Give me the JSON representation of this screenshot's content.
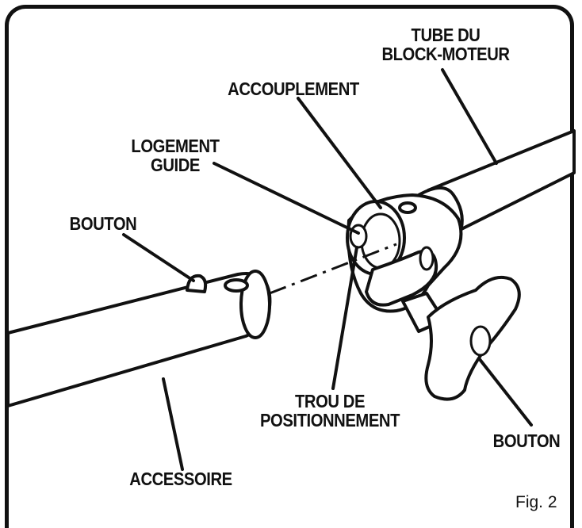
{
  "labels": {
    "tube_du_block_moteur": "TUBE DU\nBLOCK-MOTEUR",
    "accouplement": "ACCOUPLEMENT",
    "logement_guide": "LOGEMENT\nGUIDE",
    "bouton_left": "BOUTON",
    "trou_de_positionnement": "TROU DE\nPOSITIONNEMENT",
    "bouton_right": "BOUTON",
    "accessoire": "ACCESSOIRE"
  },
  "figure_caption": "Fig. 2",
  "colors": {
    "ink": "#111111",
    "paper": "#ffffff"
  }
}
